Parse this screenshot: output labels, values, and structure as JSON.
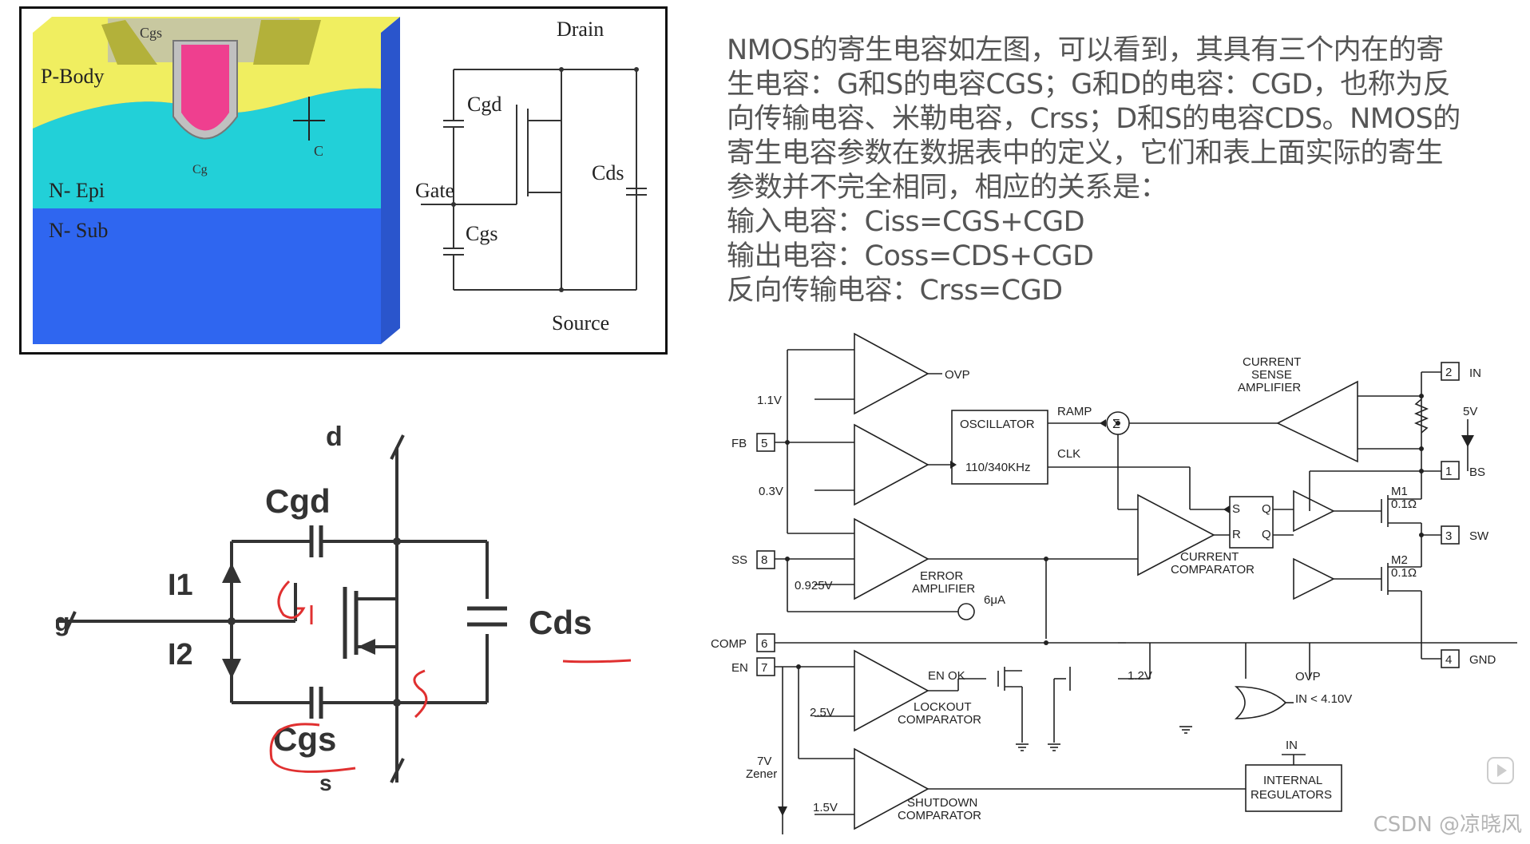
{
  "cross_section": {
    "layers": [
      "P-Body",
      "N- Epi",
      "N- Sub"
    ],
    "cap_labels": {
      "cgs": "Cgs",
      "cg": "Cg",
      "c": "C"
    },
    "schematic": {
      "drain": "Drain",
      "gate": "Gate",
      "source": "Source",
      "cgd": "Cgd",
      "cgs": "Cgs",
      "cds": "Cds"
    }
  },
  "cap_diagram": {
    "d": "d",
    "s": "s",
    "g": "g",
    "cgd": "Cgd",
    "cgs": "Cgs",
    "cds": "Cds",
    "i1": "I1",
    "i2": "I2"
  },
  "description": {
    "lines": [
      "NMOS的寄生电容如左图，可以看到，其具有三个内在的寄",
      "生电容：G和S的电容CGS；G和D的电容：CGD，也称为反",
      "向传输电容、米勒电容，Crss；D和S的电容CDS。NMOS的",
      "寄生电容参数在数据表中的定义，它们和表上面实际的寄生",
      "参数并不完全相同，相应的关系是：",
      "输入电容：Ciss=CGS+CGD",
      "输出电容：Coss=CDS+CGD",
      "反向传输电容：Crss=CGD"
    ]
  },
  "block_diagram": {
    "ovp": "OVP",
    "v11": "1.1V",
    "fb": "FB",
    "fb_pin": "5",
    "v03": "0.3V",
    "oscillator": "OSCILLATOR",
    "freq": "110/340KHz",
    "ramp": "RAMP",
    "clk": "CLK",
    "ss": "SS",
    "ss_pin": "8",
    "v0925": "0.925V",
    "error_amp_1": "ERROR",
    "error_amp_2": "AMPLIFIER",
    "i6ua": "6μA",
    "comp": "COMP",
    "comp_pin": "6",
    "en": "EN",
    "en_pin": "7",
    "en_ok": "EN OK",
    "lockout_1": "LOCKOUT",
    "lockout_2": "COMPARATOR",
    "v25": "2.5V",
    "zener_1": "7V",
    "zener_2": "Zener",
    "v15": "1.5V",
    "shutdown_1": "SHUTDOWN",
    "shutdown_2": "COMPARATOR",
    "cur_sense_1": "CURRENT",
    "cur_sense_2": "SENSE",
    "cur_sense_3": "AMPLIFIER",
    "cur_comp_1": "CURRENT",
    "cur_comp_2": "COMPARATOR",
    "v5": "5V",
    "v12": "1.2V",
    "in": "IN",
    "in_pin": "2",
    "bs": "BS",
    "bs_pin": "1",
    "sw": "SW",
    "sw_pin": "3",
    "gnd": "GND",
    "gnd_pin": "4",
    "m1": "M1",
    "m1r": "0.1Ω",
    "m2": "M2",
    "m2r": "0.1Ω",
    "ovp2": "OVP",
    "in_lt": "IN < 4.10V",
    "int_reg_1": "INTERNAL",
    "int_reg_2": "REGULATORS",
    "in_top": "IN",
    "sigma": "Σ",
    "S": "S",
    "R": "R",
    "Q": "Q",
    "Qb": "Q"
  },
  "watermark": "CSDN @凉晓风"
}
